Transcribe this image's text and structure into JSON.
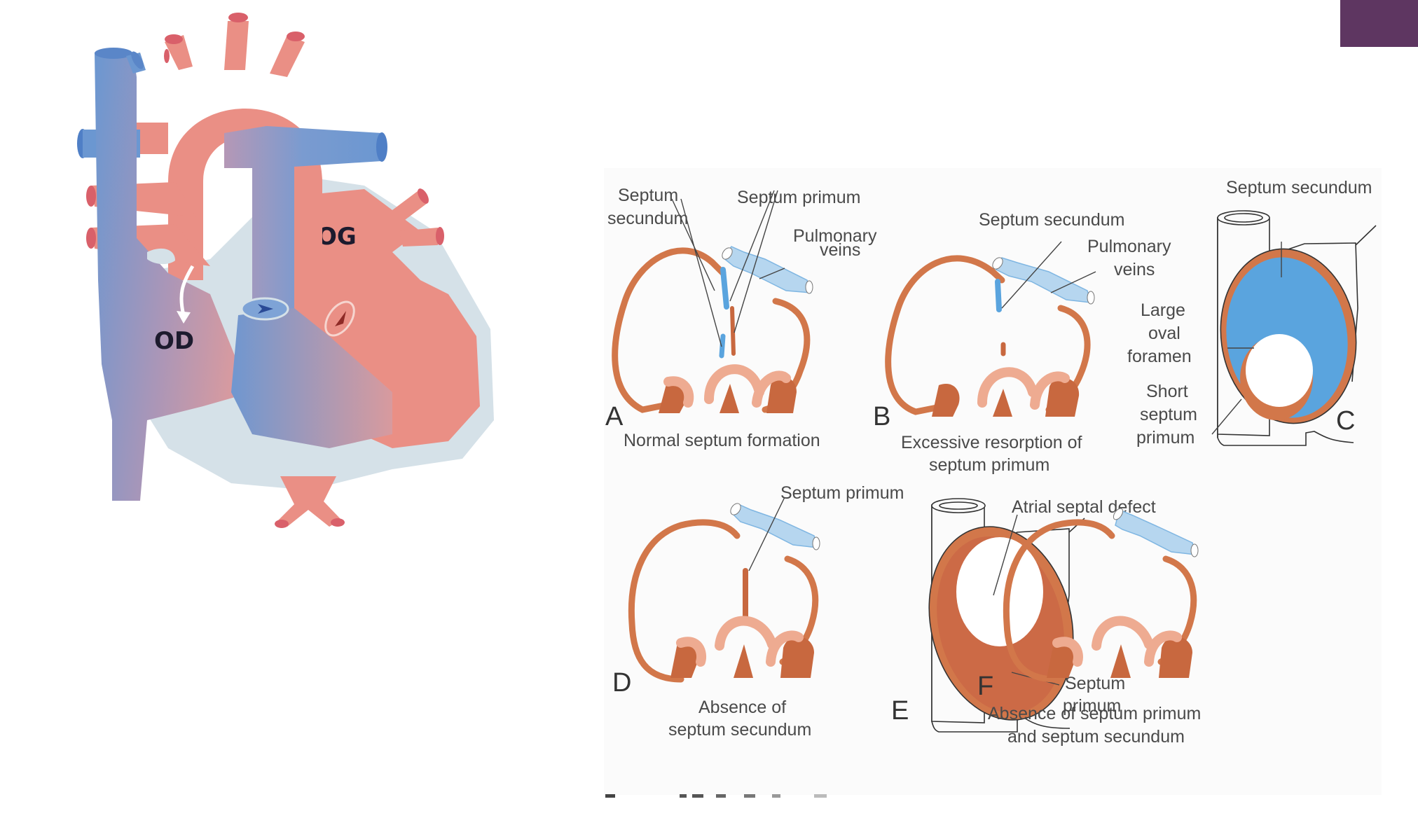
{
  "slide": {
    "accent_color": "#5e3661"
  },
  "heart_diagram": {
    "labels": {
      "right_atrium": "OD",
      "left_atrium": "OG"
    },
    "colors": {
      "oxygenated": "#ea8f85",
      "deoxygenated": "#6b97d1",
      "wall": "#d5e1e8"
    }
  },
  "septum_figure": {
    "panels": [
      {
        "letter": "A",
        "caption_lines": [
          "Normal septum formation"
        ],
        "labels": {
          "septum_secundum": [
            "Septum",
            "secundum"
          ],
          "septum_primum": "Septum primum",
          "pulmonary_veins": [
            "Pulmonary",
            "veins"
          ]
        }
      },
      {
        "letter": "B",
        "caption_lines": [
          "Excessive resorption of",
          "septum primum"
        ],
        "labels": {
          "septum_secundum": "Septum secundum",
          "pulmonary_veins": [
            "Pulmonary",
            "veins"
          ]
        }
      },
      {
        "letter": "C",
        "caption_lines": [],
        "labels": {
          "septum_secundum": "Septum secundum",
          "large_oval_foramen": [
            "Large",
            "oval",
            "foramen"
          ],
          "short_septum_primum": [
            "Short",
            "septum",
            "primum"
          ]
        }
      },
      {
        "letter": "D",
        "caption_lines": [
          "Absence of",
          "septum secundum"
        ],
        "labels": {
          "septum_primum": "Septum primum"
        }
      },
      {
        "letter": "E",
        "caption_lines": [],
        "labels": {
          "atrial_septal_defect": "Atrial septal defect",
          "septum_primum": [
            "Septum",
            "primum"
          ]
        }
      },
      {
        "letter": "F",
        "caption_lines": [
          "Absence of septum primum",
          "and septum secundum"
        ],
        "labels": {}
      }
    ],
    "colors": {
      "tissue": "#d2774a",
      "tissue_light": "#eeab91",
      "septum_secundum_blue": "#5aa4de",
      "vein_blue": "#b6d6ef"
    }
  }
}
